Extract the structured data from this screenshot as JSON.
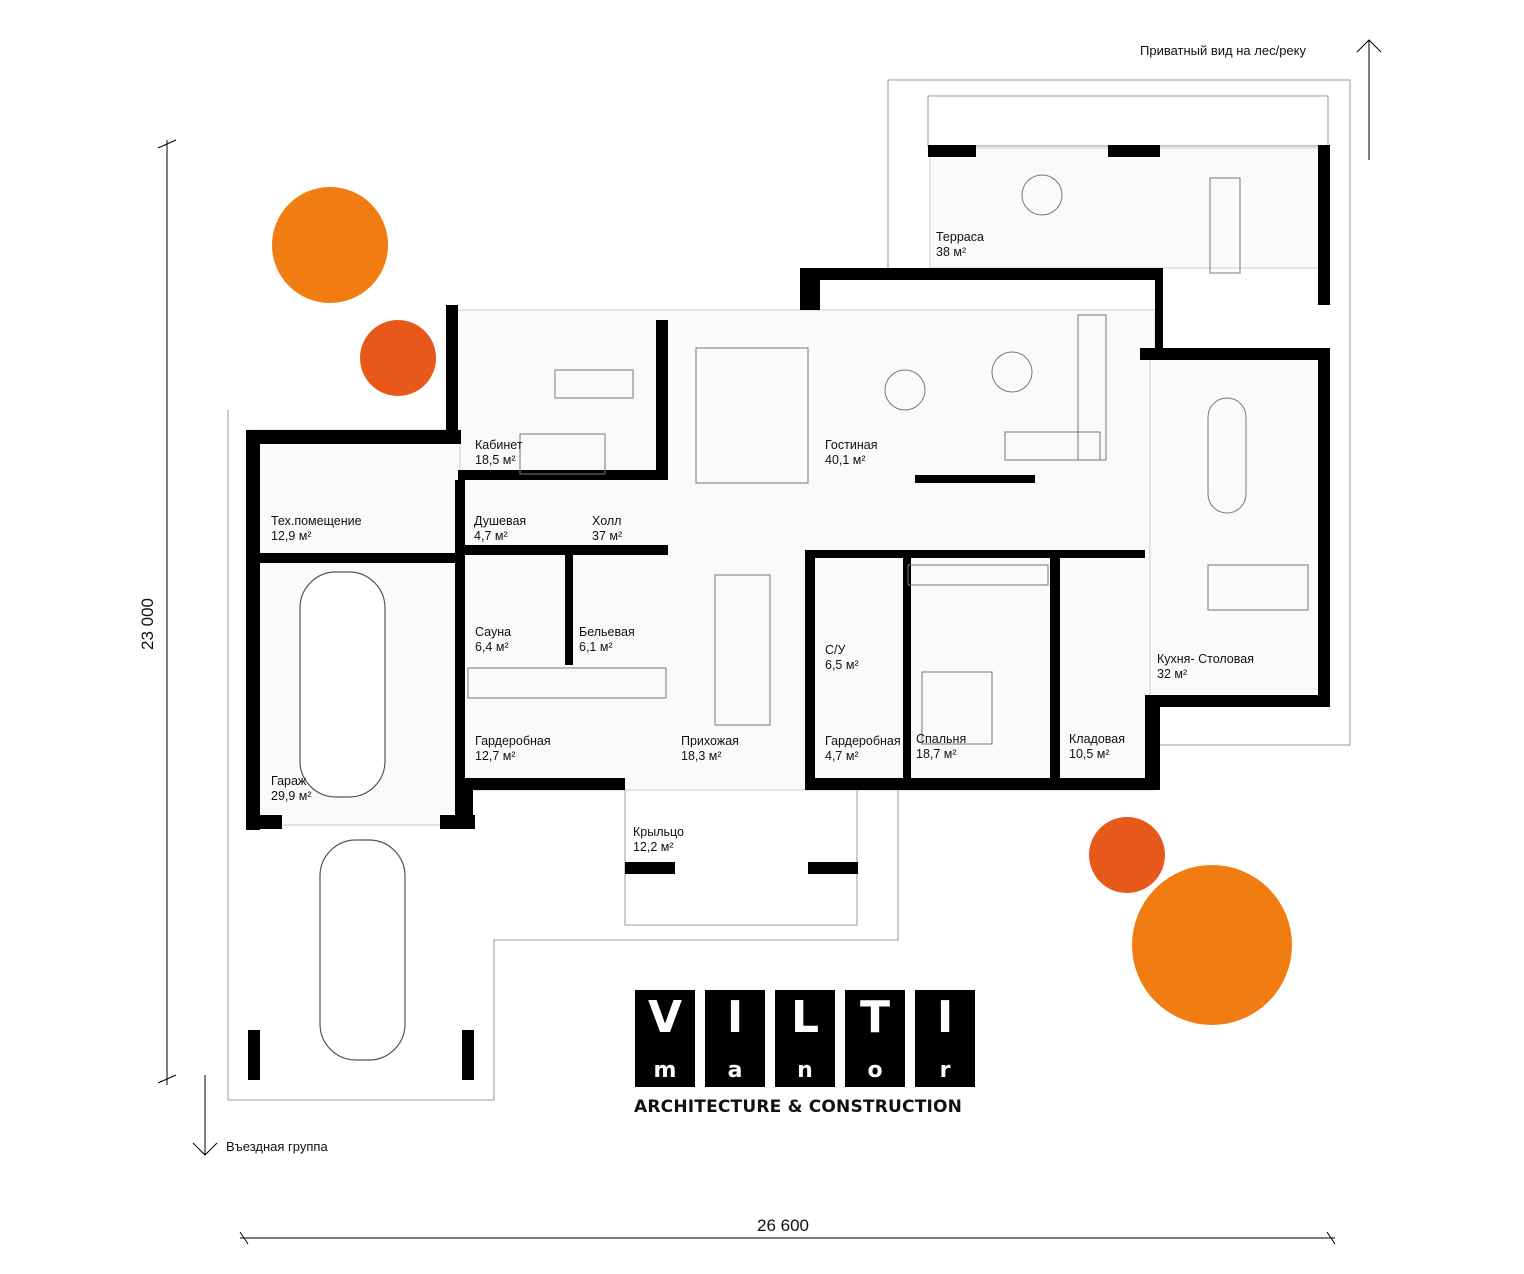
{
  "notes": {
    "view": "Приватный вид на лес/реку",
    "entry": "Въездная группа"
  },
  "dimensions": {
    "height": "23 000",
    "width": "26 600"
  },
  "rooms": [
    {
      "name": "Терраса",
      "area": "38 м²"
    },
    {
      "name": "Кабинет",
      "area": "18,5 м²"
    },
    {
      "name": "Гостиная",
      "area": "40,1 м²"
    },
    {
      "name": "Тех.помещение",
      "area": "12,9 м²"
    },
    {
      "name": "Душевая",
      "area": "4,7 м²"
    },
    {
      "name": "Холл",
      "area": "37 м²"
    },
    {
      "name": "Сауна",
      "area": "6,4 м²"
    },
    {
      "name": "Бельевая",
      "area": "6,1 м²"
    },
    {
      "name": "С/У",
      "area": "6,5 м²"
    },
    {
      "name": "Кухня- Столовая",
      "area": "32 м²"
    },
    {
      "name": "Гардеробная",
      "area": "12,7 м²"
    },
    {
      "name": "Прихожая",
      "area": "18,3 м²"
    },
    {
      "name": "Гардеробная",
      "area": "4,7 м²"
    },
    {
      "name": "Спальня",
      "area": "18,7 м²"
    },
    {
      "name": "Кладовая",
      "area": "10,5 м²"
    },
    {
      "name": "Гараж",
      "area": "29,9 м²"
    },
    {
      "name": "Крыльцо",
      "area": "12,2 м²"
    }
  ],
  "logo": {
    "letters_top": [
      "V",
      "I",
      "L",
      "T",
      "I"
    ],
    "letters_bottom": [
      "m",
      "a",
      "n",
      "o",
      "r"
    ],
    "tagline": "ARCHITECTURE & CONSTRUCTION"
  },
  "colors": {
    "wall": "#000000",
    "tree_light": "#f07c12",
    "tree_dark": "#e8581a",
    "line": "#888888"
  }
}
